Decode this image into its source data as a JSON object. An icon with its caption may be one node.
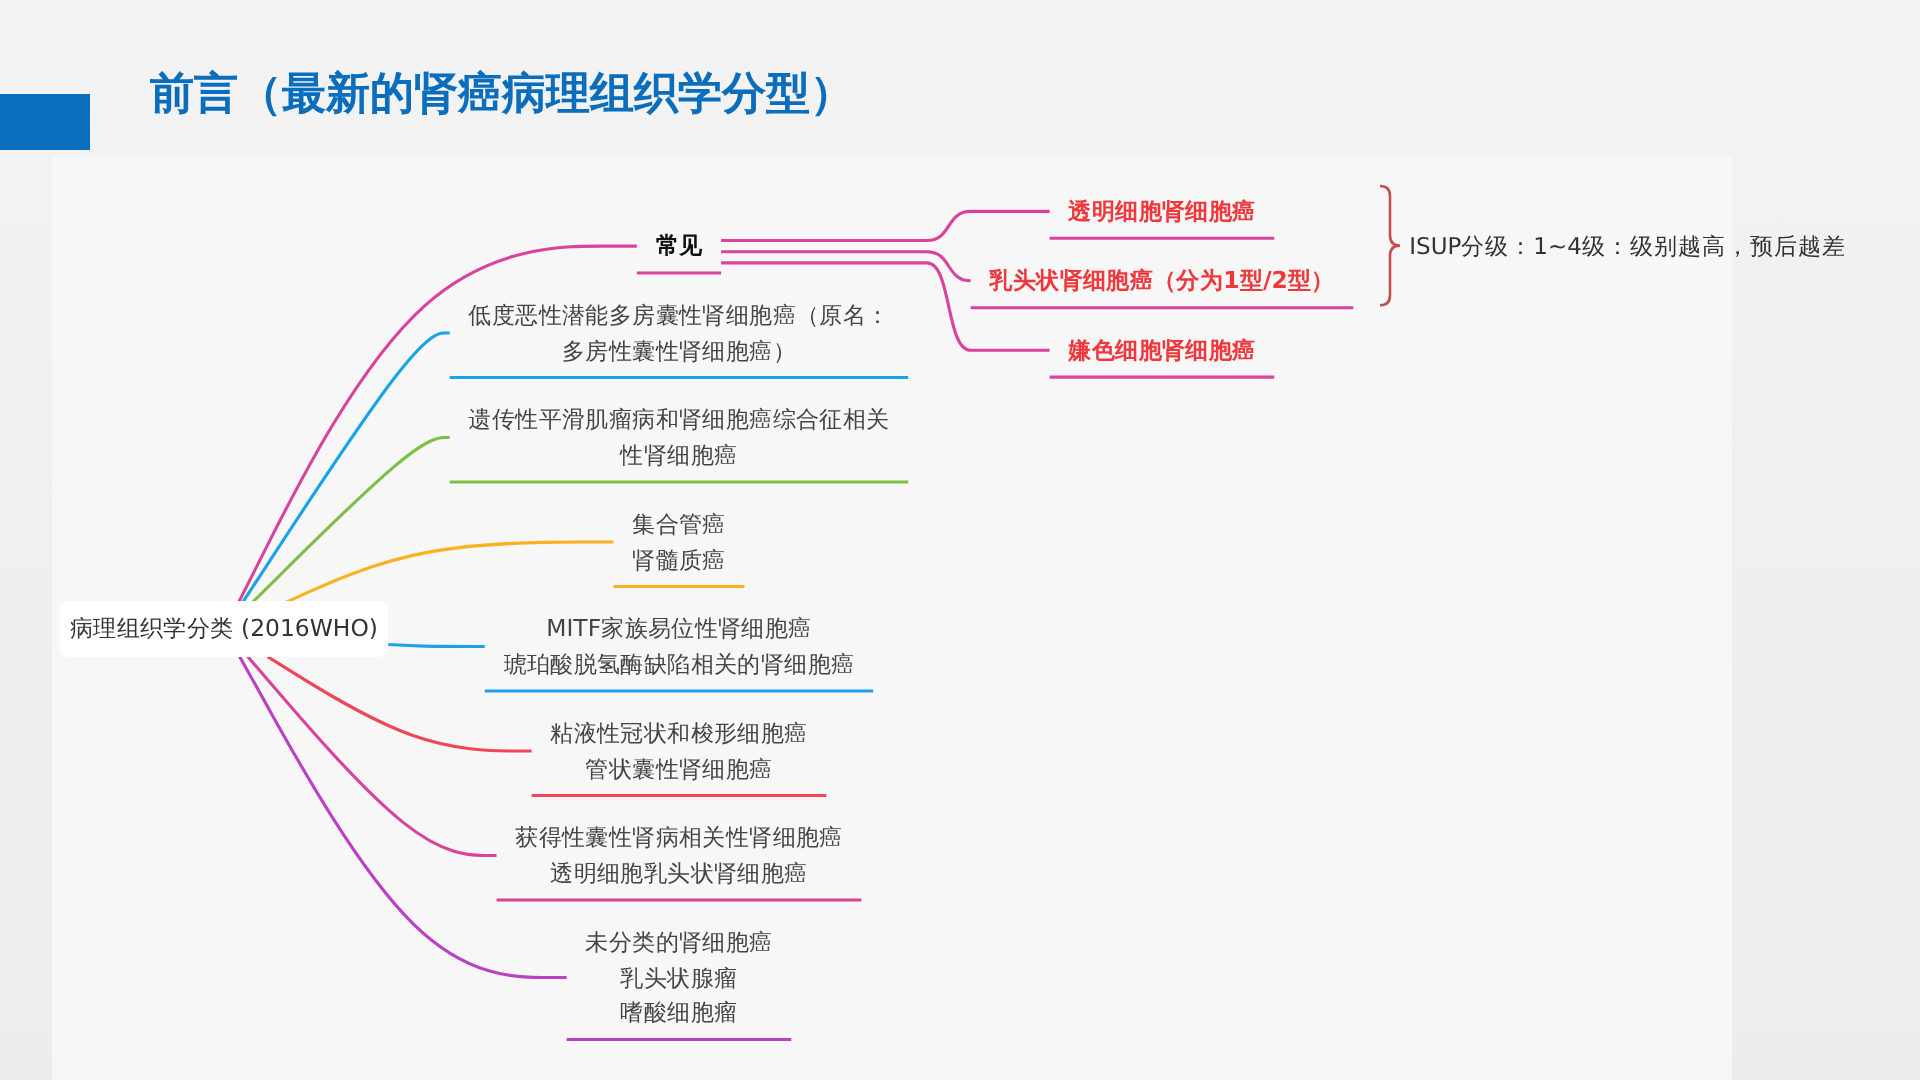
{
  "diagram": {
    "title": "前言（最新的肾癌病理组织学分型）",
    "nodes": [
      {
        "text": [
          "病理组织学分类 (2016WHO)"
        ]
      },
      {
        "text": [
          "常见"
        ]
      },
      {
        "text": [
          "透明细胞肾细胞癌"
        ]
      },
      {
        "text": [
          "乳头状肾细胞癌（分为1型/2型）"
        ]
      },
      {
        "text": [
          "嫌色细胞肾细胞癌"
        ]
      },
      {
        "text": [
          "低度恶性潜能多房囊性肾细胞癌（原名：多房性囊性肾细胞癌）"
        ]
      },
      {
        "text": [
          "遗传性平滑肌瘤病和肾细胞癌综合征相关性肾细胞癌"
        ]
      },
      {
        "text": [
          "集合管癌",
          "肾髓质癌"
        ]
      },
      {
        "text": [
          "MITF家族易位性肾细胞癌",
          "琥珀酸脱氢酶缺陷相关的肾细胞癌"
        ]
      },
      {
        "text": [
          "粘液性冠状和梭形细胞癌",
          "管状囊性肾细胞癌"
        ]
      },
      {
        "text": [
          "获得性囊性肾病相关性肾细胞癌",
          "透明细胞乳头状肾细胞癌"
        ]
      },
      {
        "text": [
          "未分类的肾细胞癌",
          "乳头状腺瘤",
          "嗜酸细胞瘤"
        ]
      }
    ],
    "edges": [
      {
        "from": 0,
        "to": 1,
        "arrow": "none"
      },
      {
        "from": 1,
        "to": 2,
        "arrow": "none"
      },
      {
        "from": 1,
        "to": 3,
        "arrow": "none"
      },
      {
        "from": 1,
        "to": 4,
        "arrow": "none"
      },
      {
        "from": 0,
        "to": 5,
        "arrow": "none",
        "color": "#1aa3e8"
      },
      {
        "from": 0,
        "to": 6,
        "arrow": "none",
        "color": "#7cbf45"
      },
      {
        "from": 0,
        "to": 7,
        "arrow": "none",
        "color": "#f9b122"
      },
      {
        "from": 0,
        "to": 8,
        "arrow": "none",
        "color": "#1aa3e8"
      },
      {
        "from": 0,
        "to": 9,
        "arrow": "none",
        "color": "#f0465a"
      },
      {
        "from": 0,
        "to": 10,
        "arrow": "none"
      },
      {
        "from": 0,
        "to": 11,
        "arrow": "none",
        "color": "#b841c4"
      }
    ],
    "labels": [
      "ISUP分级：1~4级：级别越高，预后越差"
    ]
  }
}
